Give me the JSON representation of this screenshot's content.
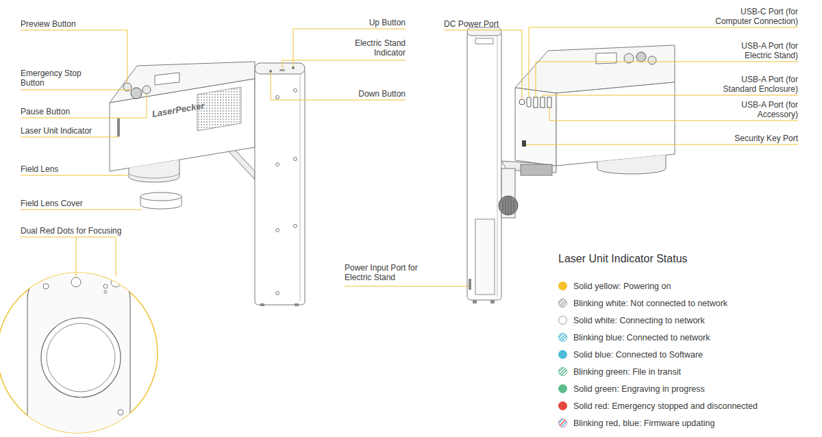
{
  "diagram": {
    "labels": [
      "Preview Button",
      "Emergency Stop Button",
      "Pause Button",
      "Laser Unit Indicator",
      "Field Lens",
      "Field Lens Cover",
      "Dual Red Dots for Focusing",
      "LaserPecker",
      "Up Button",
      "Electric Stand Indicator",
      "Down Button",
      "DC Power Port",
      "USB-C Port (for Computer Connection)",
      "USB-A Port (for Electric Stand)",
      "USB-A Port (for Standard Enclosure)",
      "USB-A Port (for Accessory)",
      "Security Key Port",
      "Power Input Port for Electric Stand",
      "Laser Unit Indicator Status"
    ],
    "legend": [
      {
        "text": "Solid yellow: Powering on",
        "color": "#F5C12A"
      },
      {
        "text": "Blinking white: Not connected to network"
      },
      {
        "text": "Solid white: Connecting to network",
        "color": "#FFFFFF"
      },
      {
        "text": "Blinking blue: Connected to network"
      },
      {
        "text": "Solid blue: Connected to Software",
        "color": "#4DBBDA"
      },
      {
        "text": "Blinking green: File in transit"
      },
      {
        "text": "Solid green: Engraving in progress",
        "color": "#5CBB8B"
      },
      {
        "text": "Solid red: Emergency stopped and disconnected",
        "color": "#E8473E"
      },
      {
        "text": "Blinking red, blue: Firmware updating"
      }
    ]
  }
}
